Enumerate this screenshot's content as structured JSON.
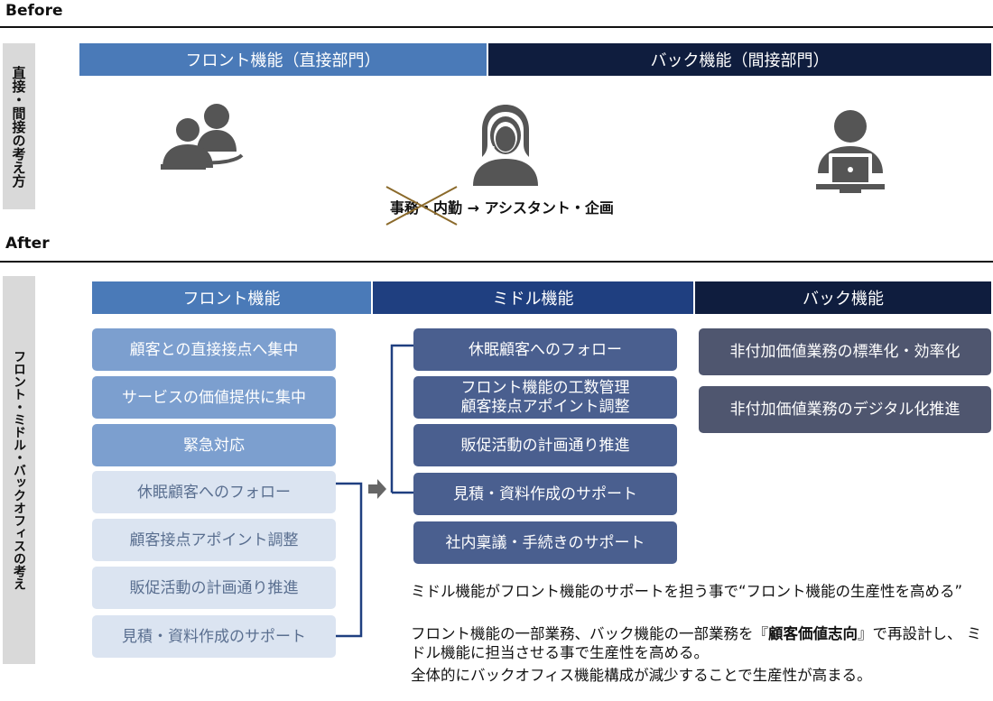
{
  "before": {
    "title": "Before",
    "side_label": "直接・間接の考え方",
    "front_header": "フロント機能（直接部門）",
    "back_header": "バック機能（間接部門）",
    "struck_text": "事務・内勤",
    "transition_text": "→ アシスタント・企画",
    "icons": [
      "meeting-people-icon",
      "headset-operator-icon",
      "laptop-worker-icon"
    ]
  },
  "after": {
    "title": "After",
    "side_label": "フロント・ミドル・バックオフィスの考え",
    "front": {
      "header": "フロント機能",
      "items": [
        "顧客との直接接点へ集中",
        "サービスの価値提供に集中",
        "緊急対応"
      ],
      "moved_items": [
        "休眠顧客へのフォロー",
        "顧客接点アポイント調整",
        "販促活動の計画通り推進",
        "見積・資料作成のサポート"
      ]
    },
    "middle": {
      "header": "ミドル機能",
      "items": [
        "休眠顧客へのフォロー",
        "フロント機能の工数管理\n顧客接点アポイント調整",
        "販促活動の計画通り推進",
        "見積・資料作成のサポート",
        "社内稟議・手続きのサポート"
      ]
    },
    "back": {
      "header": "バック機能",
      "items": [
        "非付加価値業務の標準化・効率化",
        "非付加価値業務のデジタル化推進"
      ]
    },
    "notes": {
      "line1": "ミドル機能がフロント機能のサポートを担う事で“フロント機能の生産性を高める”",
      "line2_pre": "フロント機能の一部業務、バック機能の一部業務を『",
      "line2_bold": "顧客価値志向",
      "line2_post": "』で再設計し、 ミドル機能に担当させる事で生産性を高める。",
      "line3": "全体的にバックオフィス機能構成が減少することで生産性が高まる。"
    }
  },
  "colors": {
    "front": "#4a7ab8",
    "middle": "#1f3f80",
    "back": "#0f1d3e",
    "cross": "#8b6a2b"
  }
}
